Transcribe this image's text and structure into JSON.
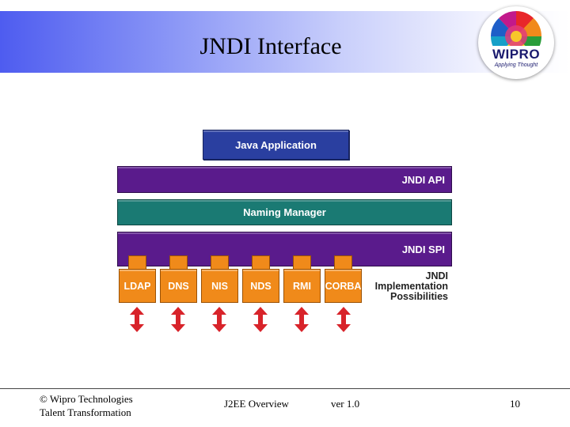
{
  "slide": {
    "title": "JNDI Interface"
  },
  "logo": {
    "name": "WIPRO",
    "tagline": "Applying Thought"
  },
  "diagram": {
    "java_application": "Java Application",
    "jndi_api": "JNDI API",
    "naming_manager": "Naming Manager",
    "jndi_spi": "JNDI SPI",
    "providers": [
      "LDAP",
      "DNS",
      "NIS",
      "NDS",
      "RMI",
      "CORBA"
    ],
    "implementation_label": [
      "JNDI",
      "Implementation",
      "Possibilities"
    ],
    "colors": {
      "java_application": "#2a3fa0",
      "jndi_layers": "#5a1b8c",
      "naming_manager": "#1a7a73",
      "providers": "#f08a1a",
      "arrows": "#d8232a"
    }
  },
  "footer": {
    "copyright": "© Wipro Technologies",
    "department": "Talent Transformation",
    "course": "J2EE Overview",
    "version": "ver 1.0",
    "page_number": "10"
  }
}
